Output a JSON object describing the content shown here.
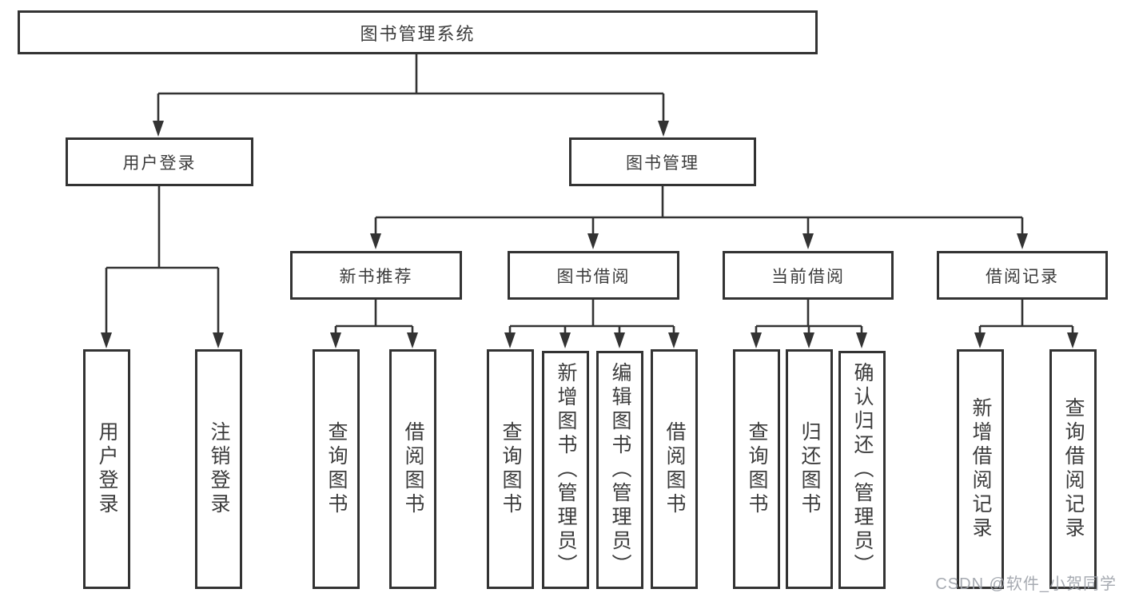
{
  "tree": {
    "root": {
      "label": "图书管理系统"
    },
    "children": [
      {
        "label": "用户登录",
        "children": [
          {
            "label": "用户登录"
          },
          {
            "label": "注销登录"
          }
        ]
      },
      {
        "label": "图书管理",
        "children": [
          {
            "label": "新书推荐",
            "children": [
              {
                "label": "查询图书"
              },
              {
                "label": "借阅图书"
              }
            ]
          },
          {
            "label": "图书借阅",
            "children": [
              {
                "label": "查询图书"
              },
              {
                "label": "新增图书（管理员）"
              },
              {
                "label": "编辑图书（管理员）"
              },
              {
                "label": "借阅图书"
              }
            ]
          },
          {
            "label": "当前借阅",
            "children": [
              {
                "label": "查询图书"
              },
              {
                "label": "归还图书"
              },
              {
                "label": "确认归还（管理员）"
              }
            ]
          },
          {
            "label": "借阅记录",
            "children": [
              {
                "label": "新增借阅记录"
              },
              {
                "label": "查询借阅记录"
              }
            ]
          }
        ]
      }
    ]
  },
  "watermark": "CSDN @软件_小贺同学",
  "colors": {
    "line": "#333333",
    "box_border": "#333333",
    "text": "#3c3c3c",
    "watermark": "#9ea3aa",
    "background": "#ffffff"
  }
}
